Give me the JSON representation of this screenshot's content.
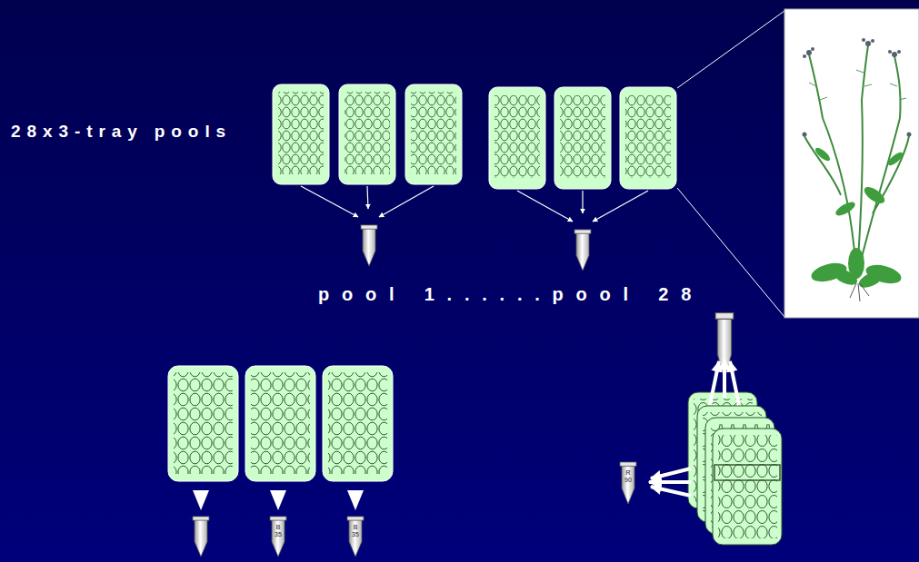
{
  "diagram": {
    "nodes": [
      {
        "text": [
          "B 35"
        ]
      },
      {
        "text": [
          "B 35"
        ]
      },
      {
        "text": [
          "R 90"
        ]
      }
    ],
    "labels": [
      "28x3-tray pools",
      "pool 1......pool 28"
    ]
  }
}
